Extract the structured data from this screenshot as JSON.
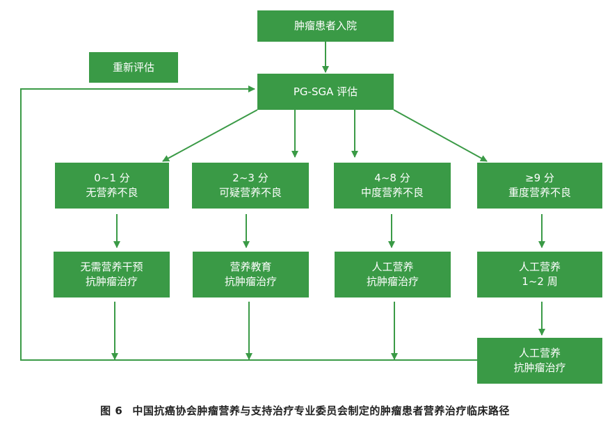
{
  "nodes": {
    "admission": {
      "line1": "肿瘤患者入院"
    },
    "reassess": {
      "line1": "重新评估"
    },
    "pgsga": {
      "line1": "PG-SGA 评估"
    },
    "score0": {
      "line1": "0~1 分",
      "line2": "无营养不良"
    },
    "score2": {
      "line1": "2~3 分",
      "line2": "可疑营养不良"
    },
    "score4": {
      "line1": "4~8 分",
      "line2": "中度营养不良"
    },
    "score9": {
      "line1": "≥9 分",
      "line2": "重度营养不良"
    },
    "treat0": {
      "line1": "无需营养干预",
      "line2": "抗肿瘤治疗"
    },
    "treat2": {
      "line1": "营养教育",
      "line2": "抗肿瘤治疗"
    },
    "treat4": {
      "line1": "人工营养",
      "line2": "抗肿瘤治疗"
    },
    "treat9a": {
      "line1": "人工营养",
      "line2": "1~2 周"
    },
    "treat9b": {
      "line1": "人工营养",
      "line2": "抗肿瘤治疗"
    }
  },
  "caption": {
    "figure_no": "图 6",
    "text": "中国抗癌协会肿瘤营养与支持治疗专业委员会制定的肿瘤患者营养治疗临床路径"
  },
  "colors": {
    "box": "#3a9a46",
    "arrow": "#3a9a46",
    "text": "#ffffff"
  }
}
